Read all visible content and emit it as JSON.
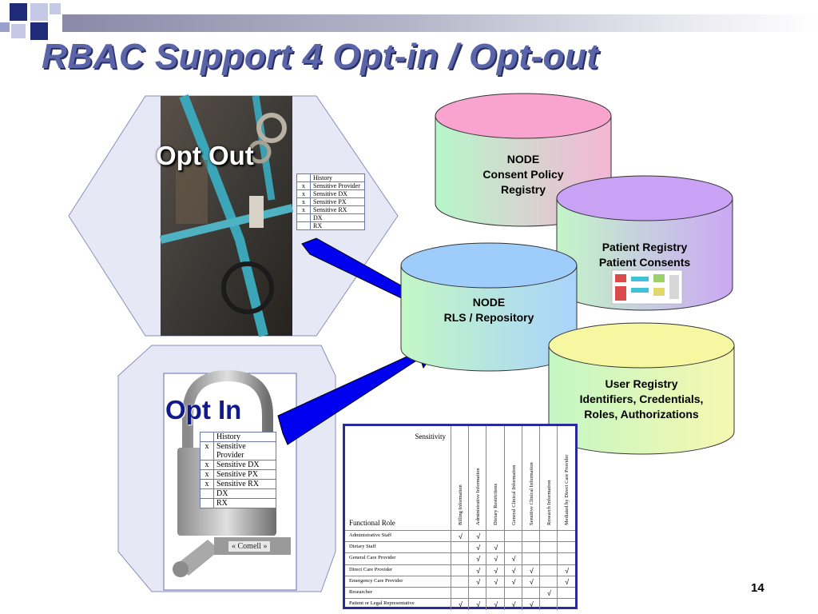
{
  "slide": {
    "title": "RBAC Support 4 Opt-in / Opt-out",
    "page_number": "14",
    "accent_color": "#5a64a8"
  },
  "opt_out": {
    "label": "Opt Out",
    "table": [
      {
        "mark": "",
        "label": "History"
      },
      {
        "mark": "x",
        "label": "Sensitive Provider"
      },
      {
        "mark": "x",
        "label": "Sensitive DX"
      },
      {
        "mark": "x",
        "label": "Sensitive PX"
      },
      {
        "mark": "x",
        "label": "Sensitive RX"
      },
      {
        "mark": "",
        "label": "DX"
      },
      {
        "mark": "",
        "label": "RX"
      }
    ]
  },
  "opt_in": {
    "label": "Opt In",
    "tag_text": "« Comell »",
    "table": [
      {
        "mark": "",
        "label": "History"
      },
      {
        "mark": "x",
        "label": "Sensitive Provider"
      },
      {
        "mark": "x",
        "label": "Sensitive DX"
      },
      {
        "mark": "x",
        "label": "Sensitive PX"
      },
      {
        "mark": "x",
        "label": "Sensitive RX"
      },
      {
        "mark": "",
        "label": "DX"
      },
      {
        "mark": "",
        "label": "RX"
      }
    ]
  },
  "cylinders": [
    {
      "id": "consent",
      "line1": "NODE",
      "line2": "Consent Policy",
      "line3": "Registry",
      "color": "#f9a3cf"
    },
    {
      "id": "patient",
      "line1": "Patient Registry",
      "line2": "Patient Consents",
      "line3": "",
      "color": "#c9a2f5"
    },
    {
      "id": "rls",
      "line1": "NODE",
      "line2": "RLS / Repository",
      "line3": "",
      "color": "#9fcdfb"
    },
    {
      "id": "user",
      "line1": "User Registry",
      "line2": "Identifiers, Credentials,",
      "line3": "Roles, Authorizations",
      "color": "#f7f7a2"
    }
  ],
  "matrix": {
    "sensitivity_label": "Sensitivity",
    "functional_role_label": "Functional Role",
    "check_mark": "√",
    "columns": [
      "Billing Information",
      "Administrative Information",
      "Dietary Restrictions",
      "General Clinical Information",
      "Sensitive Clinical Information",
      "Research Information",
      "Mediated by Direct Care Provider"
    ],
    "rows": [
      {
        "role": "Administrative Staff",
        "checks": [
          1,
          1,
          0,
          0,
          0,
          0,
          0
        ]
      },
      {
        "role": "Dietary Staff",
        "checks": [
          0,
          1,
          1,
          0,
          0,
          0,
          0
        ]
      },
      {
        "role": "General Care Provider",
        "checks": [
          0,
          1,
          1,
          1,
          0,
          0,
          0
        ]
      },
      {
        "role": "Direct Care Provider",
        "checks": [
          0,
          1,
          1,
          1,
          1,
          0,
          1
        ]
      },
      {
        "role": "Emergency Care Provider",
        "checks": [
          0,
          1,
          1,
          1,
          1,
          0,
          1
        ]
      },
      {
        "role": "Researcher",
        "checks": [
          0,
          0,
          0,
          0,
          0,
          1,
          0
        ]
      },
      {
        "role": "Patient or Legal Representative",
        "checks": [
          1,
          1,
          1,
          1,
          1,
          0,
          0
        ]
      }
    ]
  }
}
